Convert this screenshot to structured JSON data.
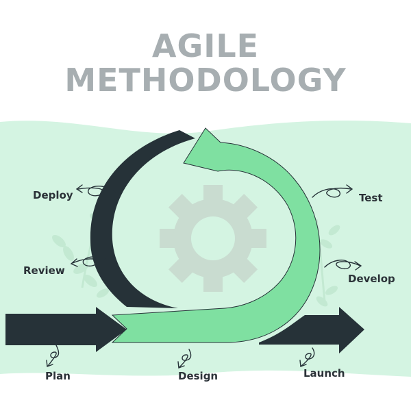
{
  "title": {
    "line1": "AGILE",
    "line2": "METHODOLOGY"
  },
  "stages": {
    "deploy": "Deploy",
    "review": "Review",
    "test": "Test",
    "develop": "Develop",
    "plan": "Plan",
    "design": "Design",
    "launch": "Launch"
  },
  "colors": {
    "dark": "#263238",
    "accent_green": "#7fe0a1",
    "band_green": "#d4f4e2",
    "gear": "#c9dcd0",
    "title_gray": "#a7aeb1",
    "leaf": "#c3e9d2"
  },
  "icons": [
    "gear-icon",
    "leaf-icon",
    "curl-arrow-icon"
  ]
}
